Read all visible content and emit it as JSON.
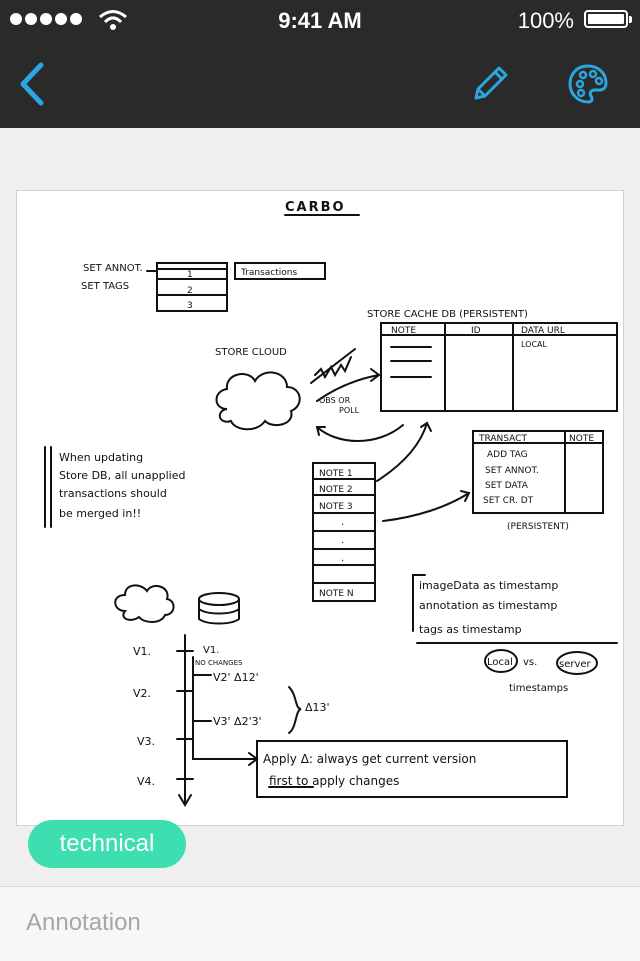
{
  "status_bar": {
    "time": "9:41 AM",
    "battery": "100%"
  },
  "nav": {
    "back_icon": "chevron-left-icon",
    "edit_icon": "pencil-icon",
    "palette_icon": "palette-icon",
    "accent_color": "#2aa7e0",
    "background_color": "#2a2a2a"
  },
  "sketch": {
    "title": "CARBO",
    "left_labels": [
      "SET ANNOT.",
      "SET TAGS"
    ],
    "stack_numbers": [
      "1",
      "2",
      "3"
    ],
    "transactions_label": "Transactions",
    "store_cache_title": "STORE CACHE DB (PERSISTENT)",
    "store_cache_columns": [
      "NOTE",
      "ID",
      "DATA URL"
    ],
    "store_cache_sub": "LOCAL",
    "store_cloud": "STORE CLOUD",
    "obs_label": [
      "OBS OR",
      "POLL"
    ],
    "note_list": [
      "NOTE 1",
      "NOTE 2",
      "NOTE 3",
      ".",
      ".",
      ".",
      "NOTE N"
    ],
    "transact_columns": [
      "TRANSACT",
      "NOTE"
    ],
    "transact_rows": [
      "ADD TAG",
      "SET ANNOT.",
      "SET DATA",
      "SET CR. DT"
    ],
    "transact_persistent": "(PERSISTENT)",
    "merge_note": [
      "When updating",
      "Store DB, all unapplied",
      "transactions should",
      "be merged in!!"
    ],
    "timestamps": [
      "imageData as timestamp",
      "annotation as timestamp",
      "tags as timestamp"
    ],
    "local_vs_server": [
      "Local",
      "vs.",
      "server",
      "timestamps"
    ],
    "versions": [
      "V1.",
      "V2.",
      "V3.",
      "V4."
    ],
    "version_notes": [
      "V1.",
      "NO CHANGES",
      "V2' Δ12'",
      "V3' Δ2'3'",
      "Δ13'"
    ],
    "apply_note": [
      "Apply Δ: always get current version",
      "first to apply changes"
    ]
  },
  "tag": {
    "label": "technical",
    "color": "#3ddfb1"
  },
  "annotation": {
    "placeholder": "Annotation",
    "value": ""
  }
}
